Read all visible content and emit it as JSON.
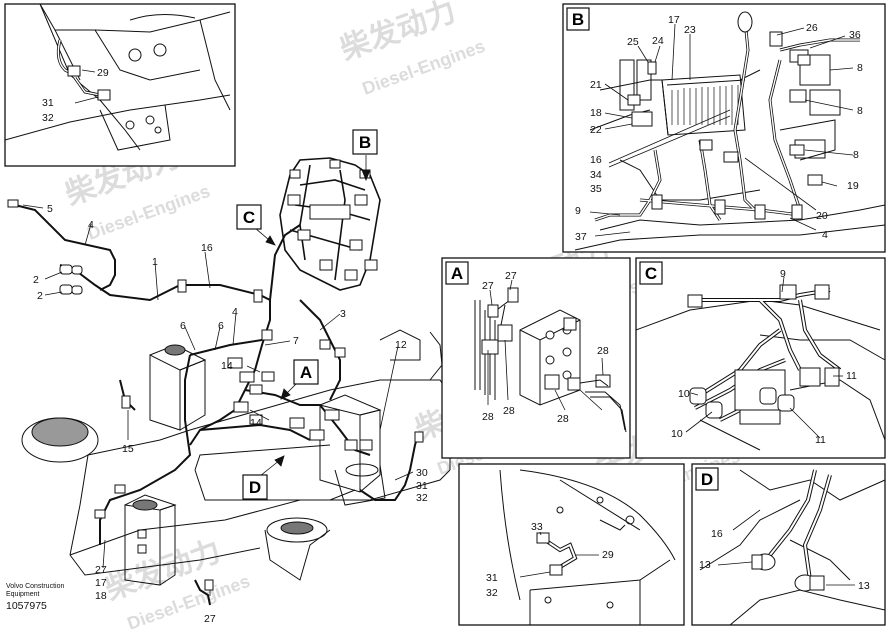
{
  "watermark": {
    "cn": "柴发动力",
    "en": "Diesel-Engines"
  },
  "caption": {
    "line1": "Volvo Construction",
    "line2": "Equipment",
    "doc_number": "1057975"
  },
  "detail_boxes": {
    "a": "A",
    "b": "B",
    "c": "C",
    "d": "D"
  },
  "callouts_main": {
    "c_a": "A",
    "c_b": "B",
    "c_c": "C",
    "c_d": "D",
    "n1": "1",
    "n2a": "2",
    "n2b": "2",
    "n3": "3",
    "n4a": "4",
    "n4b": "4",
    "n5": "5",
    "n6a": "6",
    "n6b": "6",
    "n7": "7",
    "n12": "12",
    "n14a": "14",
    "n14b": "14",
    "n15": "15",
    "n16": "16",
    "n17": "17",
    "n18": "18",
    "n27": "27",
    "n30": "30",
    "n31": "31",
    "n32": "32"
  },
  "inset_top": {
    "n29": "29",
    "n31": "31",
    "n32": "32"
  },
  "inset_b": {
    "n25": "25",
    "n24": "24",
    "n17": "17",
    "n23": "23",
    "n26": "26",
    "n36": "36",
    "n8a": "8",
    "n8b": "8",
    "n8c": "8",
    "n21": "21",
    "n18": "18",
    "n22": "22",
    "n16": "16",
    "n34": "34",
    "n35": "35",
    "n19": "19",
    "n9": "9",
    "n20": "20",
    "n37": "37",
    "n4": "4"
  },
  "inset_a": {
    "n27a": "27",
    "n27b": "27",
    "n28a": "28",
    "n28b": "28",
    "n28c": "28",
    "n28d": "28"
  },
  "inset_c": {
    "n9": "9",
    "n10a": "10",
    "n10b": "10",
    "n11a": "11",
    "n11b": "11"
  },
  "inset_bottom": {
    "n33": "33",
    "n29": "29",
    "n31": "31",
    "n32": "32"
  },
  "inset_d": {
    "n16": "16",
    "n13a": "13",
    "n13b": "13"
  }
}
